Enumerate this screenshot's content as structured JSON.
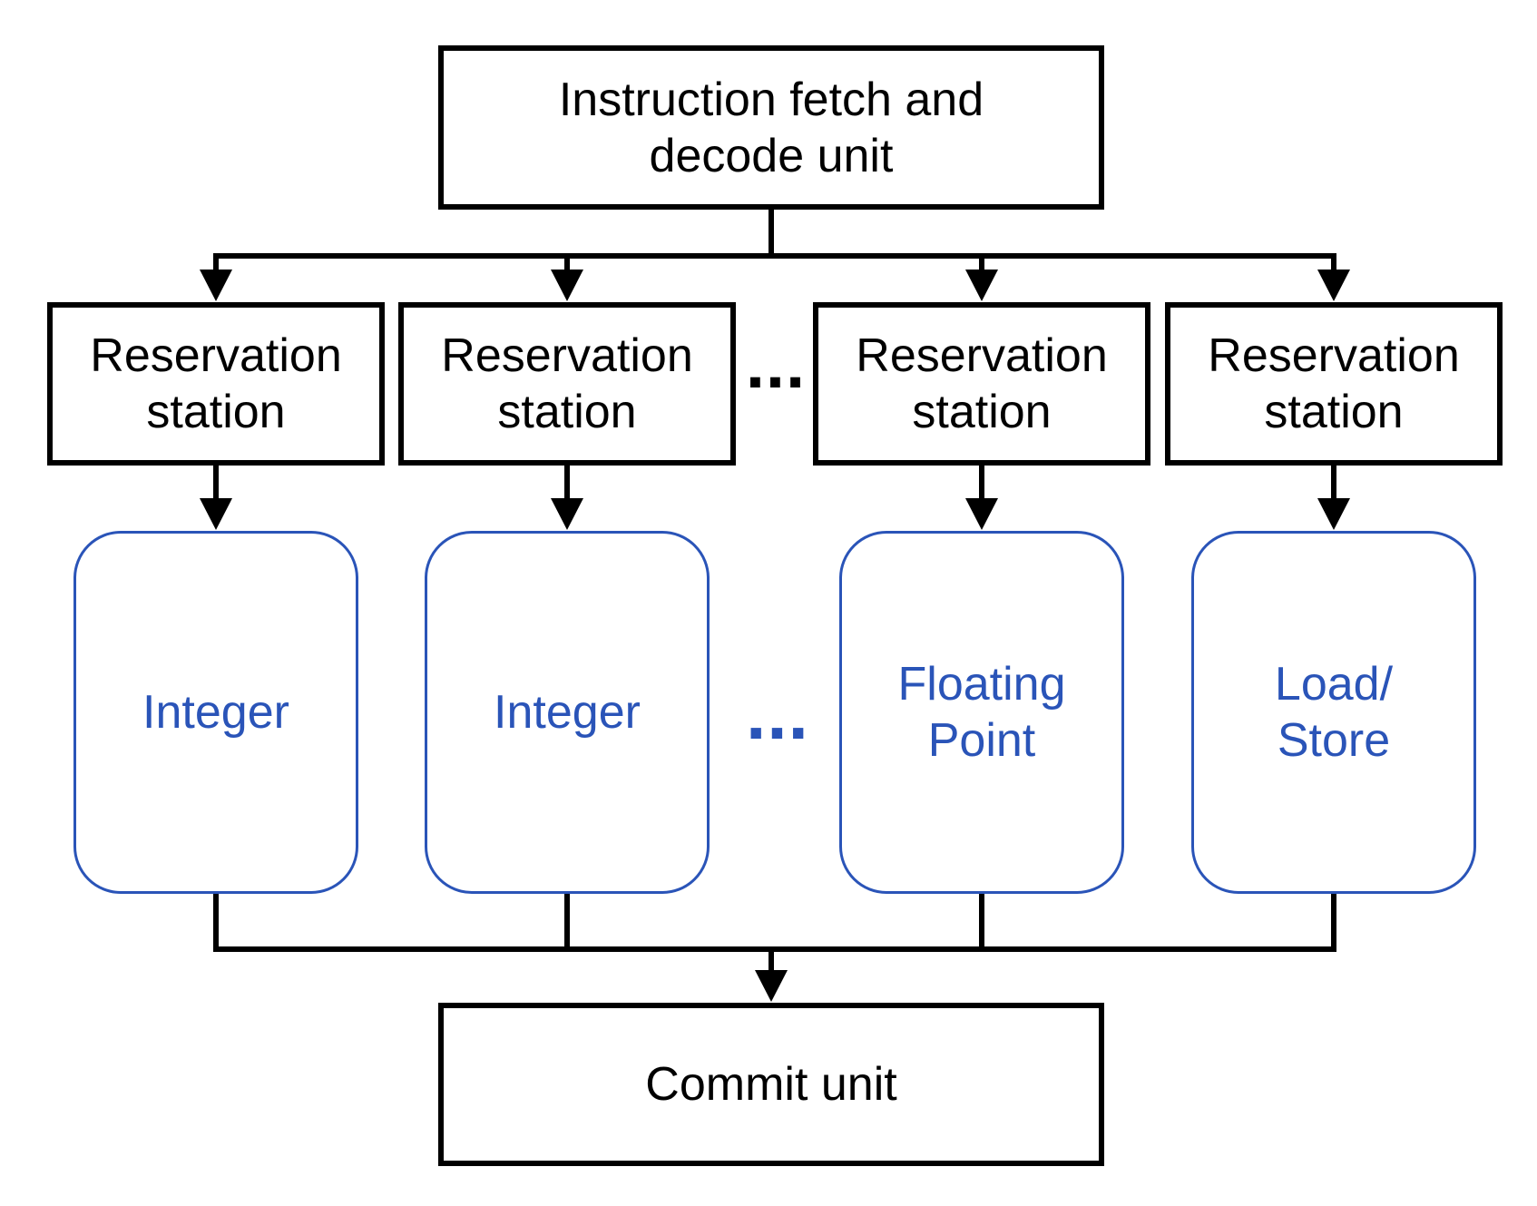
{
  "diagram": {
    "instruction_fetch_box": {
      "label": "Instruction fetch and\ndecode unit"
    },
    "reservation_stations": [
      {
        "label": "Reservation\nstation"
      },
      {
        "label": "Reservation\nstation"
      },
      {
        "label": "Reservation\nstation"
      },
      {
        "label": "Reservation\nstation"
      }
    ],
    "stations_ellipsis": "...",
    "functional_units": [
      {
        "label": "Integer"
      },
      {
        "label": "Integer"
      },
      {
        "label": "Floating\nPoint"
      },
      {
        "label": "Load/\nStore"
      }
    ],
    "units_ellipsis": "...",
    "commit_box": {
      "label": "Commit unit"
    },
    "colors": {
      "line": "#000000",
      "unit_accent": "#2a54b8",
      "background": "#ffffff"
    }
  }
}
